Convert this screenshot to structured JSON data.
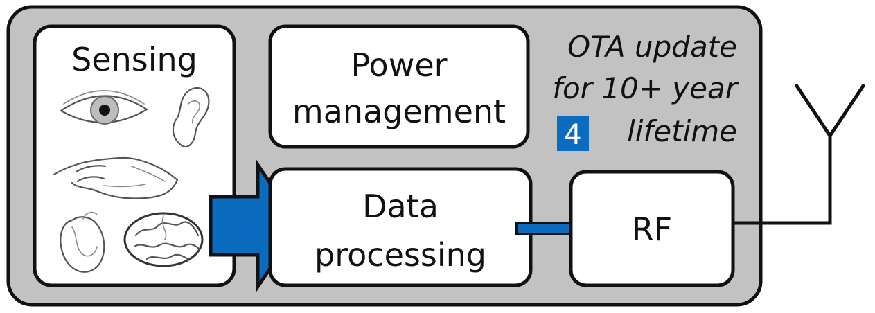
{
  "colors": {
    "container_fill": "#c2c2c2",
    "box_fill": "#ffffff",
    "outline": "#111111",
    "arrow_fill": "#0b6bbf",
    "badge_fill": "#0b6bbf"
  },
  "blocks": {
    "sensing": {
      "label": "Sensing"
    },
    "power": {
      "line1": "Power",
      "line2": "management"
    },
    "data": {
      "line1": "Data",
      "line2": "processing"
    },
    "rf": {
      "label": "RF"
    }
  },
  "ota_note": {
    "line1": "OTA update",
    "line2": "for 10+ year",
    "line3": "lifetime"
  },
  "badge": {
    "text": "4"
  },
  "icons": [
    "eye-icon",
    "ear-icon",
    "hand-icon",
    "heart-icon",
    "brain-icon",
    "antenna-icon"
  ]
}
